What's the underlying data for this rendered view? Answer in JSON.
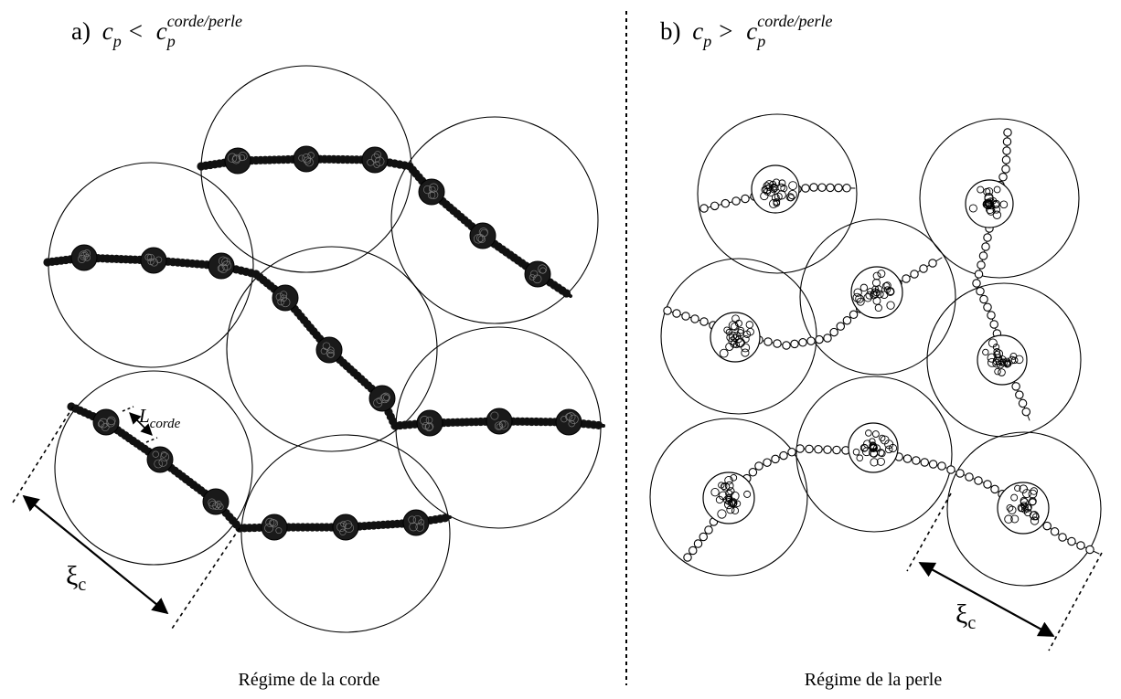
{
  "panel_a": {
    "label": "a)",
    "symbol": "c",
    "symbol_sub": "p",
    "relation": "<",
    "threshold_sup": "corde/perle",
    "caption": "Régime de la corde",
    "length_symbol": "L",
    "length_sub": "corde",
    "mesh_label": "ξ",
    "mesh_sub": "c"
  },
  "panel_b": {
    "label": "b)",
    "symbol": "c",
    "symbol_sub": "p",
    "relation": ">",
    "threshold_sup": "corde/perle",
    "caption": "Régime de la perle",
    "mesh_label": "ξ",
    "mesh_sub": "c"
  },
  "colors": {
    "ink": "#000000",
    "background": "#ffffff"
  },
  "divider": "dashed-vertical"
}
